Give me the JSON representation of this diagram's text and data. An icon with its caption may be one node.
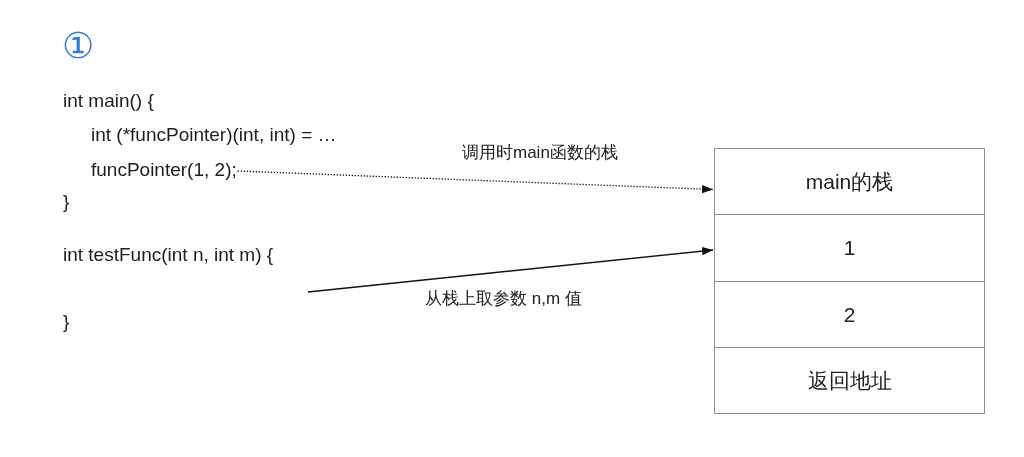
{
  "diagram": {
    "nodes": [
      {
        "text": [
          "funcPointer(1, 2);"
        ]
      },
      {
        "text": [
          "main的栈"
        ]
      },
      {
        "text": [
          "1"
        ]
      },
      {
        "text": [
          "2"
        ]
      },
      {
        "text": [
          "返回地址"
        ]
      }
    ],
    "edges": [
      {
        "from": 0,
        "to": 1,
        "arrow": "to",
        "style": "dashed",
        "label": "调用时main函数的栈"
      },
      {
        "from": null,
        "to": 2,
        "arrow": "to",
        "label": "从栈上取参数 n,m 值"
      }
    ],
    "labels": [
      "①",
      "int main() {",
      "int (*funcPointer)(int, int) = …",
      "}",
      "int testFunc(int n, int m) {",
      "}"
    ]
  }
}
